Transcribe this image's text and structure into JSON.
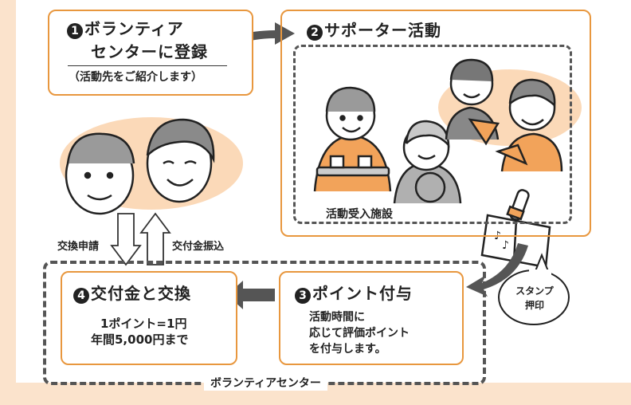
{
  "step1": {
    "num": "1",
    "title_line1": "ボランティア",
    "title_line2": "センターに登録",
    "note": "（活動先をご紹介します）"
  },
  "step2": {
    "num": "2",
    "title": "サポーター活動",
    "facility_label": "活動受入施設"
  },
  "step3": {
    "num": "3",
    "title": "ポイント付与",
    "desc_line1": "活動時間に",
    "desc_line2": "応じて評価ポイント",
    "desc_line3": "を付与します。"
  },
  "step4": {
    "num": "4",
    "title": "交付金と交換",
    "rate": "1ポイント=1円",
    "limit": "年間5,000円まで"
  },
  "arrows": {
    "apply": "交換申請",
    "transfer": "交付金振込"
  },
  "stamp": {
    "line1": "スタンプ",
    "line2": "押印"
  },
  "center_label": "ボランティアセンター",
  "colors": {
    "accent": "#e8973e",
    "background": "#fbe3cc",
    "ink": "#222222"
  }
}
